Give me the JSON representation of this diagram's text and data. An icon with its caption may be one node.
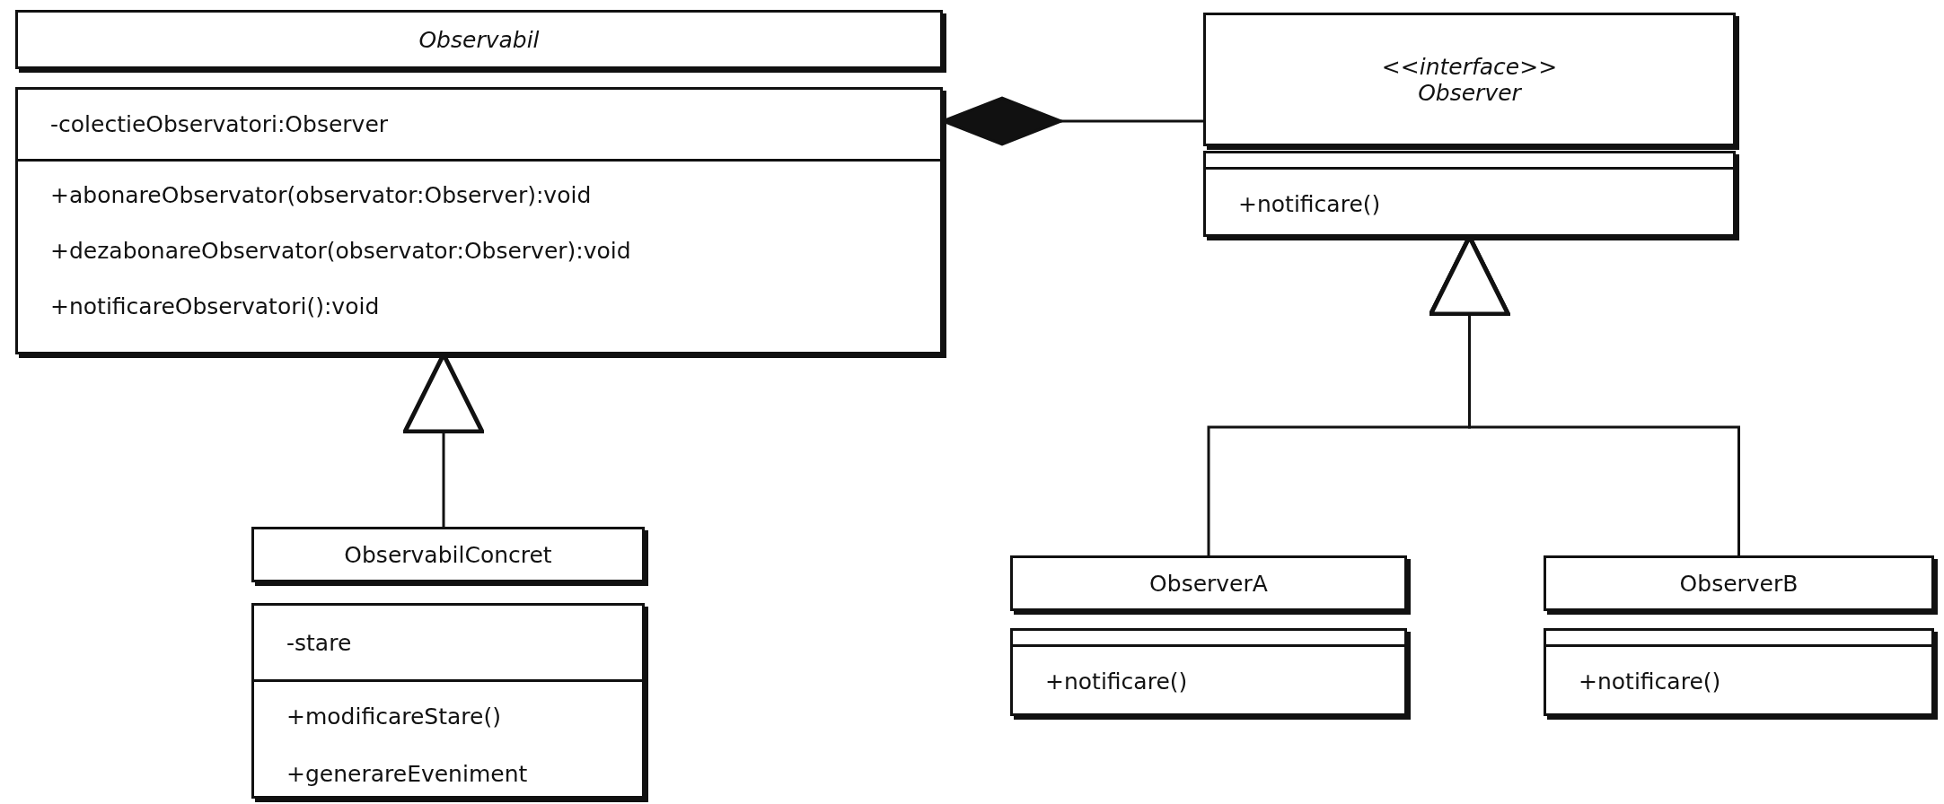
{
  "diagram": {
    "nodes": [
      {
        "text": [
          "Observabil",
          "-colectieObservatori:Observer",
          "+abonareObservator(observator:Observer):void",
          "+dezabonareObservator(observator:Observer):void",
          "+notificareObservatori():void"
        ]
      },
      {
        "text": [
          "<<interface>>",
          "Observer",
          "+notificare()"
        ]
      },
      {
        "text": [
          "ObservabilConcret",
          "-stare",
          "+modificareStare()",
          "+generareEveniment"
        ]
      },
      {
        "text": [
          "ObserverA",
          "+notificare()"
        ]
      },
      {
        "text": [
          "ObserverB",
          "+notificare()"
        ]
      }
    ],
    "edges": [
      {
        "from": 0,
        "to": 1,
        "arrow": "other"
      },
      {
        "from": 2,
        "to": 0,
        "arrow": "to"
      },
      {
        "from": 3,
        "to": 1,
        "arrow": "to"
      },
      {
        "from": 4,
        "to": 1,
        "arrow": "to"
      }
    ]
  }
}
